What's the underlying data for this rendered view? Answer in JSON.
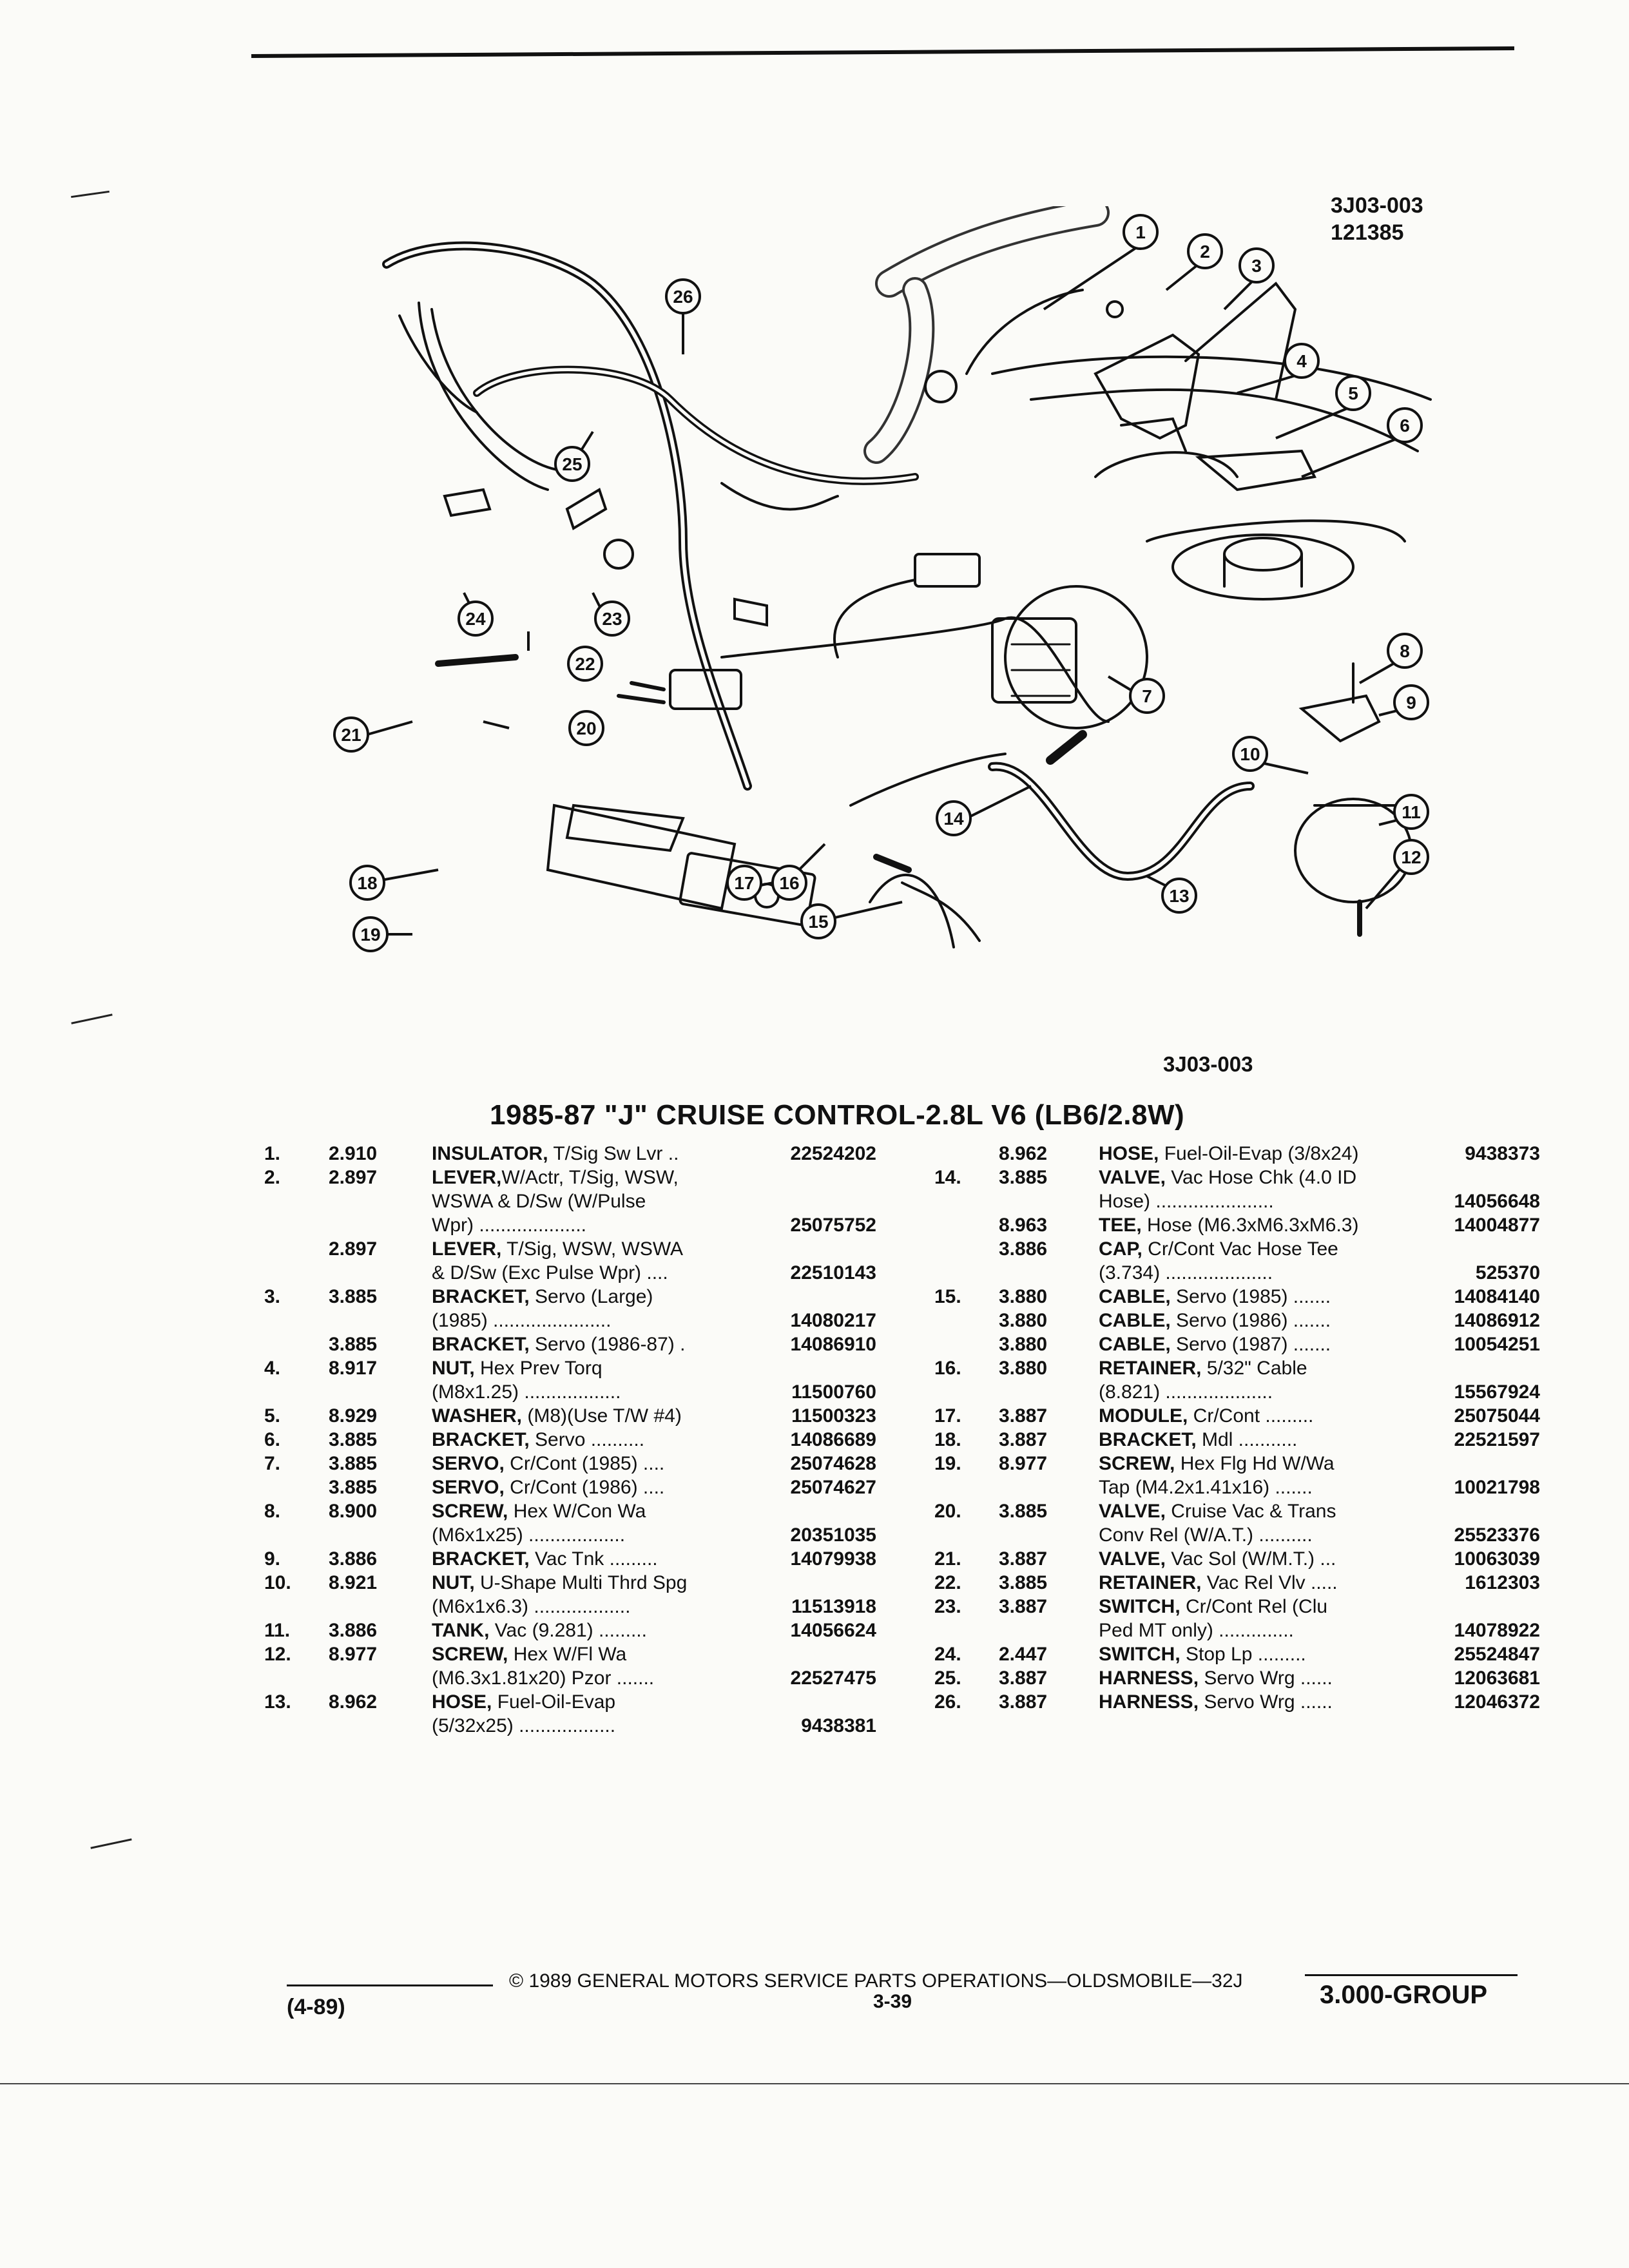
{
  "figure_id": "3J03-003",
  "figure_number": "121385",
  "figure_code": "3J03-003",
  "title": "1985-87 \"J\" CRUISE CONTROL-2.8L V6 (LB6/2.8W)",
  "callouts": [
    "1",
    "2",
    "3",
    "4",
    "5",
    "6",
    "7",
    "8",
    "9",
    "10",
    "11",
    "12",
    "13",
    "14",
    "15",
    "16",
    "17",
    "18",
    "19",
    "20",
    "21",
    "22",
    "23",
    "24",
    "25",
    "26"
  ],
  "parts_left": [
    {
      "num": "1.",
      "group": "2.910",
      "name": "INSULATOR,",
      "desc": " T/Sig Sw Lvr ..",
      "part": "22524202"
    },
    {
      "num": "2.",
      "group": "2.897",
      "name": "LEVER,",
      "desc": "W/Actr, T/Sig, WSW,",
      "part": ""
    },
    {
      "num": "",
      "group": "",
      "name": "",
      "desc": "WSWA & D/Sw (W/Pulse",
      "part": ""
    },
    {
      "num": "",
      "group": "",
      "name": "",
      "desc": "Wpr) ....................",
      "part": "25075752"
    },
    {
      "num": "",
      "group": "2.897",
      "name": "LEVER,",
      "desc": " T/Sig, WSW, WSWA",
      "part": ""
    },
    {
      "num": "",
      "group": "",
      "name": "",
      "desc": "& D/Sw (Exc Pulse Wpr) ....",
      "part": "22510143"
    },
    {
      "num": "3.",
      "group": "3.885",
      "name": "BRACKET,",
      "desc": " Servo (Large)",
      "part": ""
    },
    {
      "num": "",
      "group": "",
      "name": "",
      "desc": "(1985) ......................",
      "part": "14080217"
    },
    {
      "num": "",
      "group": "3.885",
      "name": "BRACKET,",
      "desc": " Servo (1986-87) .",
      "part": "14086910"
    },
    {
      "num": "4.",
      "group": "8.917",
      "name": "NUT,",
      "desc": " Hex Prev Torq",
      "part": ""
    },
    {
      "num": "",
      "group": "",
      "name": "",
      "desc": "(M8x1.25) ..................",
      "part": "11500760"
    },
    {
      "num": "5.",
      "group": "8.929",
      "name": "WASHER,",
      "desc": " (M8)(Use T/W #4)",
      "part": "11500323"
    },
    {
      "num": "6.",
      "group": "3.885",
      "name": "BRACKET,",
      "desc": " Servo ..........",
      "part": "14086689"
    },
    {
      "num": "7.",
      "group": "3.885",
      "name": "SERVO,",
      "desc": " Cr/Cont (1985) ....",
      "part": "25074628"
    },
    {
      "num": "",
      "group": "3.885",
      "name": "SERVO,",
      "desc": " Cr/Cont (1986) ....",
      "part": "25074627"
    },
    {
      "num": "8.",
      "group": "8.900",
      "name": "SCREW,",
      "desc": " Hex W/Con Wa",
      "part": ""
    },
    {
      "num": "",
      "group": "",
      "name": "",
      "desc": "(M6x1x25) ..................",
      "part": "20351035"
    },
    {
      "num": "9.",
      "group": "3.886",
      "name": "BRACKET,",
      "desc": " Vac Tnk .........",
      "part": "14079938"
    },
    {
      "num": "10.",
      "group": "8.921",
      "name": "NUT,",
      "desc": " U-Shape Multi Thrd Spg",
      "part": ""
    },
    {
      "num": "",
      "group": "",
      "name": "",
      "desc": "(M6x1x6.3) ..................",
      "part": "11513918"
    },
    {
      "num": "11.",
      "group": "3.886",
      "name": "TANK,",
      "desc": " Vac (9.281) .........",
      "part": "14056624"
    },
    {
      "num": "12.",
      "group": "8.977",
      "name": "SCREW,",
      "desc": " Hex W/Fl Wa",
      "part": ""
    },
    {
      "num": "",
      "group": "",
      "name": "",
      "desc": "(M6.3x1.81x20) Pzor .......",
      "part": "22527475"
    },
    {
      "num": "13.",
      "group": "8.962",
      "name": "HOSE,",
      "desc": " Fuel-Oil-Evap",
      "part": ""
    },
    {
      "num": "",
      "group": "",
      "name": "",
      "desc": "(5/32x25) ..................",
      "part": "9438381"
    }
  ],
  "parts_right": [
    {
      "num": "",
      "group": "8.962",
      "name": "HOSE,",
      "desc": " Fuel-Oil-Evap (3/8x24)",
      "part": "9438373"
    },
    {
      "num": "14.",
      "group": "3.885",
      "name": "VALVE,",
      "desc": " Vac Hose Chk (4.0 ID",
      "part": ""
    },
    {
      "num": "",
      "group": "",
      "name": "",
      "desc": "Hose) ......................",
      "part": "14056648"
    },
    {
      "num": "",
      "group": "8.963",
      "name": "TEE,",
      "desc": " Hose (M6.3xM6.3xM6.3)",
      "part": "14004877"
    },
    {
      "num": "",
      "group": "3.886",
      "name": "CAP,",
      "desc": " Cr/Cont Vac Hose Tee",
      "part": ""
    },
    {
      "num": "",
      "group": "",
      "name": "",
      "desc": "(3.734) ....................",
      "part": "525370"
    },
    {
      "num": "15.",
      "group": "3.880",
      "name": "CABLE,",
      "desc": " Servo (1985) .......",
      "part": "14084140"
    },
    {
      "num": "",
      "group": "3.880",
      "name": "CABLE,",
      "desc": " Servo (1986) .......",
      "part": "14086912"
    },
    {
      "num": "",
      "group": "3.880",
      "name": "CABLE,",
      "desc": " Servo (1987) .......",
      "part": "10054251"
    },
    {
      "num": "16.",
      "group": "3.880",
      "name": "RETAINER,",
      "desc": " 5/32\" Cable",
      "part": ""
    },
    {
      "num": "",
      "group": "",
      "name": "",
      "desc": "(8.821) ....................",
      "part": "15567924"
    },
    {
      "num": "17.",
      "group": "3.887",
      "name": "MODULE,",
      "desc": " Cr/Cont .........",
      "part": "25075044"
    },
    {
      "num": "18.",
      "group": "3.887",
      "name": "BRACKET,",
      "desc": " Mdl ...........",
      "part": "22521597"
    },
    {
      "num": "19.",
      "group": "8.977",
      "name": "SCREW,",
      "desc": " Hex Flg Hd W/Wa",
      "part": ""
    },
    {
      "num": "",
      "group": "",
      "name": "",
      "desc": "Tap (M4.2x1.41x16) .......",
      "part": "10021798"
    },
    {
      "num": "20.",
      "group": "3.885",
      "name": "VALVE,",
      "desc": " Cruise Vac & Trans",
      "part": ""
    },
    {
      "num": "",
      "group": "",
      "name": "",
      "desc": "Conv Rel (W/A.T.) ..........",
      "part": "25523376"
    },
    {
      "num": "21.",
      "group": "3.887",
      "name": "VALVE,",
      "desc": " Vac Sol (W/M.T.) ...",
      "part": "10063039"
    },
    {
      "num": "22.",
      "group": "3.885",
      "name": "RETAINER,",
      "desc": " Vac Rel Vlv .....",
      "part": "1612303"
    },
    {
      "num": "23.",
      "group": "3.887",
      "name": "SWITCH,",
      "desc": " Cr/Cont Rel (Clu",
      "part": ""
    },
    {
      "num": "",
      "group": "",
      "name": "",
      "desc": "Ped MT only) ..............",
      "part": "14078922"
    },
    {
      "num": "24.",
      "group": "2.447",
      "name": "SWITCH,",
      "desc": " Stop Lp .........",
      "part": "25524847"
    },
    {
      "num": "25.",
      "group": "3.887",
      "name": "HARNESS,",
      "desc": " Servo Wrg ......",
      "part": "12063681"
    },
    {
      "num": "26.",
      "group": "3.887",
      "name": "HARNESS,",
      "desc": " Servo Wrg ......",
      "part": "12046372"
    }
  ],
  "footer": {
    "copyright": "© 1989 GENERAL MOTORS SERVICE PARTS OPERATIONS—OLDSMOBILE—32J",
    "page": "3-39",
    "date": "(4-89)",
    "group": "3.000-GROUP"
  }
}
